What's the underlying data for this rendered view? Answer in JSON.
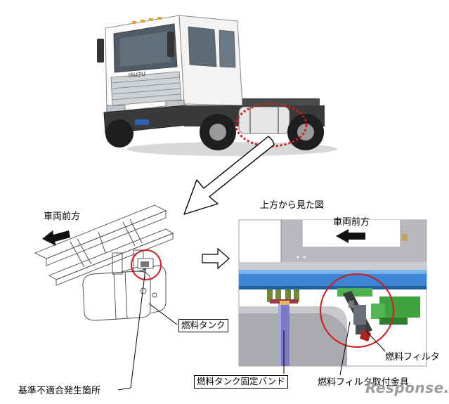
{
  "labels": {
    "front_direction_left": "車両前方",
    "top_view_title": "上方から見た図",
    "front_direction_right": "車両前方",
    "fuel_tank": "燃料タンク",
    "fuel_filter": "燃料フィルタ",
    "fuel_tank_band": "燃料タンク固定バンド",
    "fuel_filter_bracket": "燃料フィルタ取付金具",
    "defect_location": "基準不適合発生箇所"
  },
  "truck": {
    "brand": "ISUZU"
  },
  "watermark": "Response."
}
